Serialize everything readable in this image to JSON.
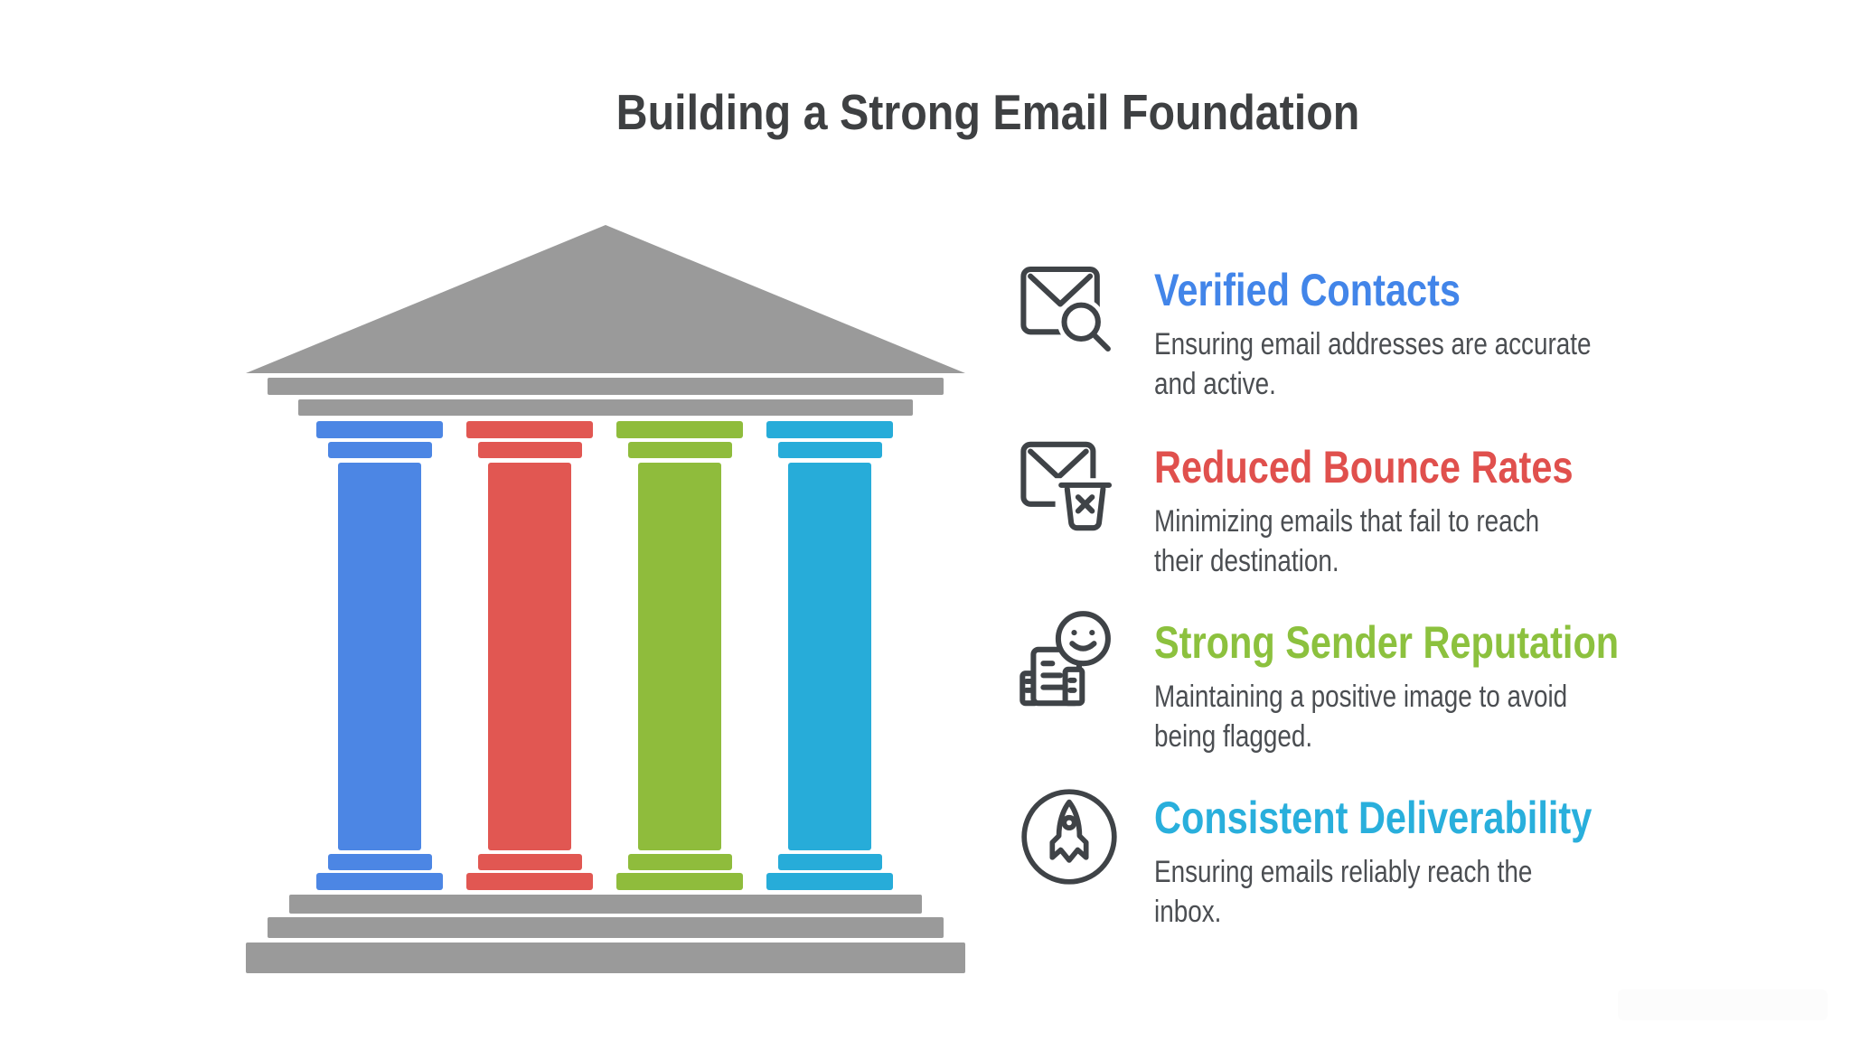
{
  "title": {
    "text": "Building a Strong Email Foundation",
    "color": "#3E4042"
  },
  "canvas": {
    "background": "#FFFFFF"
  },
  "temple": {
    "structure_color": "#9A9A9A",
    "pillars": [
      {
        "id": "verified-contacts",
        "color": "#4C86E4"
      },
      {
        "id": "reduced-bounce-rates",
        "color": "#E15752"
      },
      {
        "id": "strong-sender-reputation",
        "color": "#8FBC3C"
      },
      {
        "id": "consistent-deliverability",
        "color": "#27ACD9"
      }
    ]
  },
  "legend": {
    "icon_stroke_color": "#3F4347",
    "desc_color": "#4B4E52",
    "items": [
      {
        "icon": "mail-search-icon",
        "title": "Verified Contacts",
        "title_color": "#4285E9",
        "desc_lines": [
          "Ensuring email addresses are accurate",
          "and active."
        ]
      },
      {
        "icon": "mail-bounce-icon",
        "title": "Reduced Bounce Rates",
        "title_color": "#E0504D",
        "desc_lines": [
          "Minimizing emails that fail to reach",
          "their destination."
        ]
      },
      {
        "icon": "reputation-report-icon",
        "title": "Strong Sender Reputation",
        "title_color": "#8CC13E",
        "desc_lines": [
          "Maintaining a positive image to avoid",
          "being flagged."
        ]
      },
      {
        "icon": "rocket-circle-icon",
        "title": "Consistent Deliverability",
        "title_color": "#29AFDC",
        "desc_lines": [
          "Ensuring emails reliably reach the",
          "inbox."
        ]
      }
    ]
  },
  "watermark_color": "#FCFCFC"
}
